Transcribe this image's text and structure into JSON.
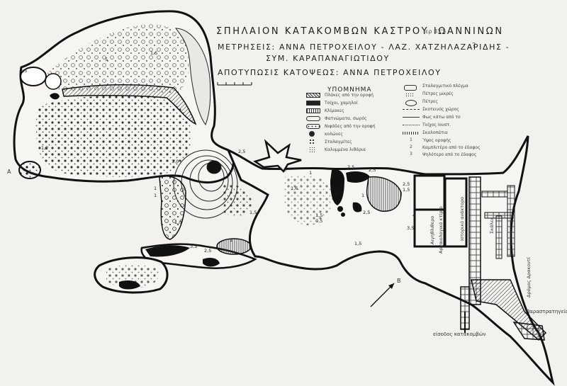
{
  "title": "ΣΠΗΛΑΙΟΝ ΚΑΤΑΚΟΜΒΩΝ ΚΑΣΤΡΟΥ ΙΩΑΝΝΙΝΩΝ",
  "title_ref": "ερ 83'5",
  "measurements_line1": "ΜΕΤΡΗΣΕΙΣ: ΑΝΝΑ ΠΕΤΡΟΧΕΙΛΟΥ - ΛΑΖ. ΧΑΤΖΗΛΑΖΑΡΙΔΗΣ -",
  "measurements_line2": "ΣΥΜ. ΚΑΡΑΠΑΝΑΓΙΩΤΙΔΟΥ",
  "measurements_mark": "?",
  "plan_drawing": "ΑΠΟΤΥΠΩΣΙΣ ΚΑΤΟΨΕΩΣ: ΑΝΝΑ ΠΕΤΡΟΧΕΙΛΟΥ",
  "legend": {
    "title": "ΥΠΟΜΝΗΜΑ",
    "left_items": [
      "Πλάκες από την οροφή",
      "Τοίχοι, χαμηλοί",
      "Κλίμακες",
      "Φατνώματα, σωρός",
      "Νιφάδες από την οροφή",
      "κολώνες",
      "Σταλαγμίτες",
      "Καλυμμένα λιθάρια"
    ],
    "right_items": [
      "Σταλαγμιτικό πλέγμα",
      "Πέτρες μικρές",
      "Πέτρες",
      "Σκοτεινός χώρος",
      "Φως κάτω από το",
      "Τοίχος Ιουστ.",
      "Σκαλοπάτια",
      "Ύψος οροφής",
      "Καμπλιτέρο από το έδαφος",
      "Ψηλότερο από το έδαφος"
    ],
    "right_numbers": [
      "1",
      "2",
      "3"
    ]
  },
  "labels": {
    "cave_entrance": "είσοδος κατακομβών",
    "parastrategio": "Παραστρατηγείο",
    "north_arrow": "Β",
    "left_mark": "A",
    "vertical_1": "Αιγηθλιθερο",
    "vertical_2": "Αρχαιολογικό κτίριο",
    "vertical_3": "Ιστορικό ανάκτορο",
    "vertical_4": "Δρόμος Δρακοντί",
    "stair_note": "Σκάλες"
  },
  "depth_numbers": [
    "2,5",
    "1,2",
    "1,5",
    "1,0",
    "3,5",
    "2,5",
    "1,5",
    "0,5",
    "2,5",
    "2,5",
    "2,5",
    "1,5",
    "3,5",
    "1,5",
    "1,6",
    "2,5",
    "1,0",
    "1",
    "1",
    "5",
    "4",
    "1",
    "2",
    "1,5",
    "1",
    "3",
    "1",
    "2,5"
  ]
}
